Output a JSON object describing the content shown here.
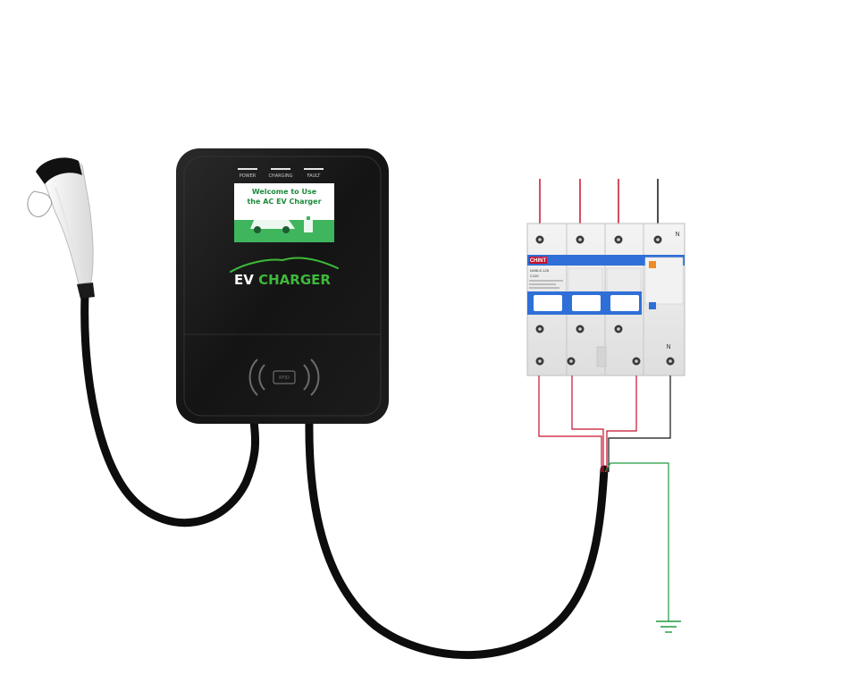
{
  "charger": {
    "indicators": [
      "POWER",
      "CHARGING",
      "FAULT"
    ],
    "screen": {
      "line1": "Welcome to Use",
      "line2": "the AC EV Charger"
    },
    "brand": "EV CHARGER",
    "rfid_card_label": "RFID"
  },
  "breaker": {
    "brand": "CHINT",
    "model": "NXBLE-125",
    "rating": "C100",
    "neutral_top": "N",
    "neutral_bottom": "N"
  },
  "colors": {
    "charger_body": "#151515",
    "screen_green": "#3fb55e",
    "brand_white": "#ffffff",
    "brand_green": "#3db93a",
    "breaker_blue": "#2f6fd8",
    "wire_red": "#c8102e",
    "wire_black": "#111111",
    "wire_green": "#1f9a3e",
    "cable": "#0d0d0d"
  }
}
